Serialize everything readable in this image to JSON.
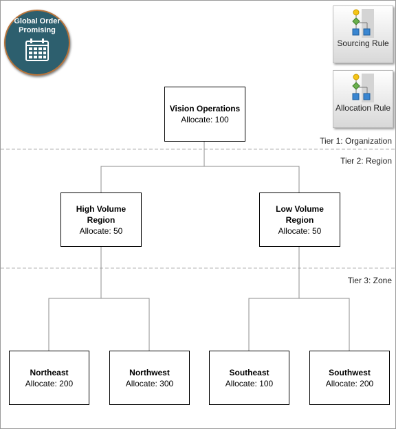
{
  "badge": {
    "title": "Global Order Promising",
    "icon": "calendar-icon"
  },
  "buttons": {
    "sourcing_rule": {
      "label": "Sourcing Rule",
      "icon": "hierarchy-icon"
    },
    "allocation_rule": {
      "label": "Allocation Rule",
      "icon": "hierarchy-icon"
    }
  },
  "tiers": {
    "tier1": "Tier 1: Organization",
    "tier2": "Tier 2: Region",
    "tier3": "Tier 3: Zone"
  },
  "nodes": {
    "vision": {
      "name": "Vision Operations",
      "allocate": "Allocate: 100"
    },
    "high": {
      "name": "High Volume Region",
      "allocate": "Allocate: 50"
    },
    "low": {
      "name": "Low Volume Region",
      "allocate": "Allocate: 50"
    },
    "northeast": {
      "name": "Northeast",
      "allocate": "Allocate: 200"
    },
    "northwest": {
      "name": "Northwest",
      "allocate": "Allocate: 300"
    },
    "southeast": {
      "name": "Southeast",
      "allocate": "Allocate: 100"
    },
    "southwest": {
      "name": "Southwest",
      "allocate": "Allocate: 200"
    }
  },
  "colors": {
    "badge_fill": "#2d5f6e",
    "badge_ring": "#b8743b",
    "connector": "#8c8c8c",
    "tier_divider": "#b0b0b0"
  }
}
